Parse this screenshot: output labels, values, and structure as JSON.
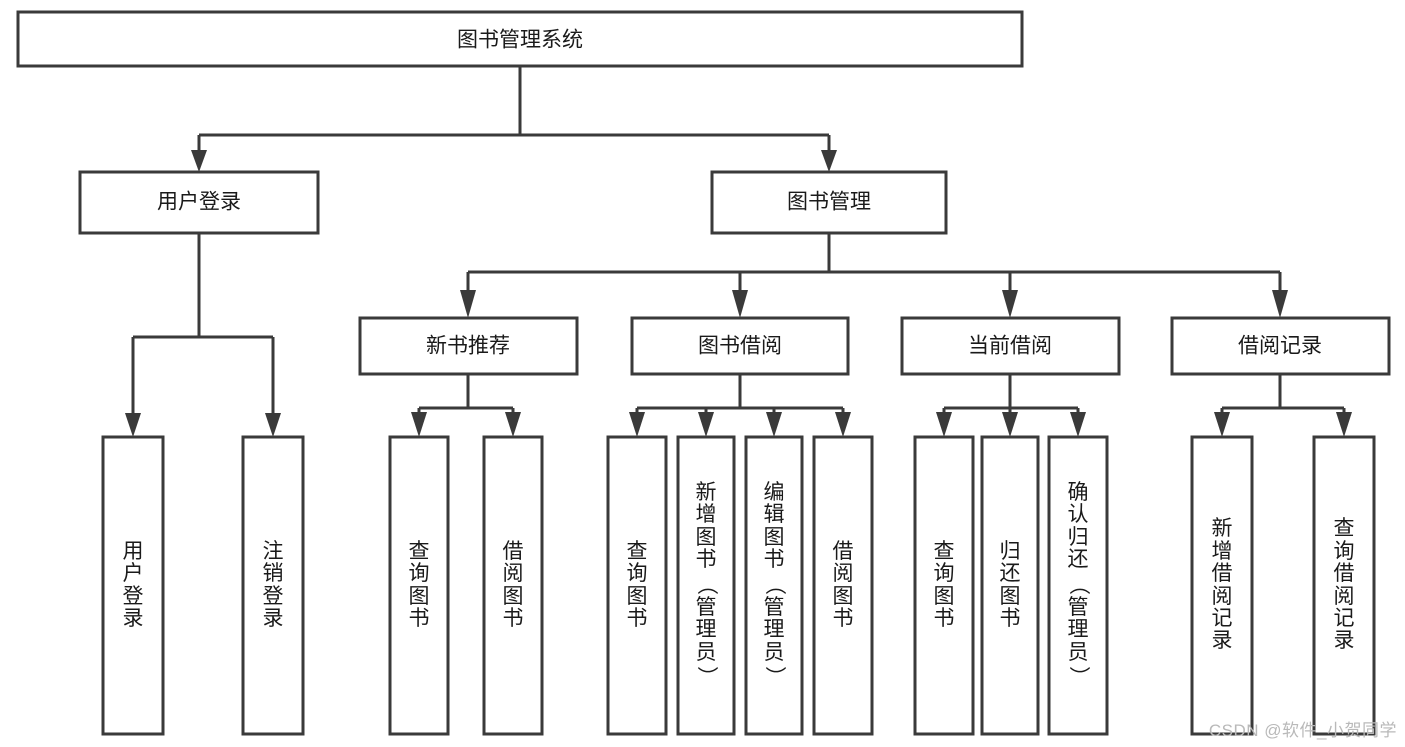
{
  "diagram": {
    "title": "图书管理系统",
    "type": "tree-hierarchy-chart",
    "watermark": "CSDN @软件_小贺同学",
    "colors": {
      "box_stroke": "#3a3a3a",
      "box_fill": "#ffffff",
      "connector": "#3a3a3a",
      "text": "#1a1a1a",
      "background": "#ffffff",
      "watermark": "#b9b9b9"
    },
    "root": {
      "label": "图书管理系统"
    },
    "level2": [
      {
        "label": "用户登录"
      },
      {
        "label": "图书管理"
      }
    ],
    "level3": [
      {
        "label": "新书推荐"
      },
      {
        "label": "图书借阅"
      },
      {
        "label": "当前借阅"
      },
      {
        "label": "借阅记录"
      }
    ],
    "leaves": {
      "user_login": [
        {
          "label": "用户登录"
        },
        {
          "label": "注销登录"
        }
      ],
      "new_book_recommend": [
        {
          "label": "查询图书"
        },
        {
          "label": "借阅图书"
        }
      ],
      "book_borrow": [
        {
          "label": "查询图书"
        },
        {
          "label": "新增图书（管理员）"
        },
        {
          "label": "编辑图书（管理员）"
        },
        {
          "label": "借阅图书"
        }
      ],
      "current_borrow": [
        {
          "label": "查询图书"
        },
        {
          "label": "归还图书"
        },
        {
          "label": "确认归还（管理员）"
        }
      ],
      "borrow_record": [
        {
          "label": "新增借阅记录"
        },
        {
          "label": "查询借阅记录"
        }
      ]
    }
  }
}
